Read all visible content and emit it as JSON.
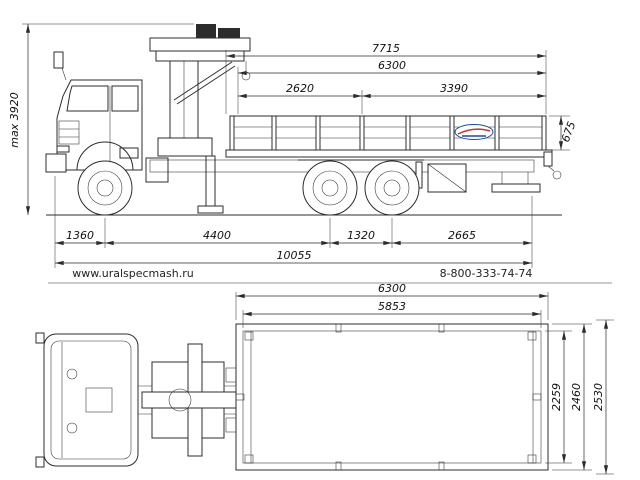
{
  "side_view": {
    "overall_height": "max 3920",
    "length_with_crane": "7715",
    "bed_length": "6300",
    "bed_front_section": "2620",
    "bed_rear_section": "3390",
    "board_height": "675",
    "front_overhang": "1360",
    "wheelbase": "4400",
    "rear_axle_spacing": "1320",
    "rear_overhang": "2665",
    "overall_length": "10055"
  },
  "plan_view": {
    "bed_length": "6300",
    "bed_inner_length": "5853",
    "bed_inner_width": "2259",
    "bed_width": "2460",
    "overall_width": "2530"
  },
  "footer": {
    "website": "www.uralspecmash.ru",
    "phone": "8-800-333-74-74"
  },
  "logo_colors": {
    "blue": "#1c4f9c",
    "red": "#c8312f"
  }
}
